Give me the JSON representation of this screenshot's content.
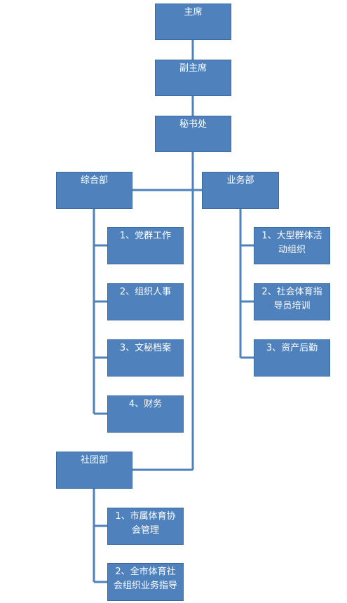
{
  "colors": {
    "box_fill": "#4f81bd",
    "box_border": "#3a6aa0",
    "connector": "#4f81bd",
    "text": "#ffffff"
  },
  "top": {
    "chairman": "主席",
    "vice_chairman": "副主席",
    "secretariat": "秘书处"
  },
  "departments": {
    "general": {
      "title": "综合部",
      "items": [
        "1、党群工作",
        "2、组织人事",
        "3、文秘档案",
        "4、财务"
      ]
    },
    "business": {
      "title": "业务部",
      "items": [
        "1、大型群体活动组织",
        "2、社会体育指导员培训",
        "3、资产后勤"
      ]
    },
    "associations": {
      "title": "社团部",
      "items": [
        "1、市属体育协会管理",
        "2、全市体育社会组织业务指导"
      ]
    }
  }
}
